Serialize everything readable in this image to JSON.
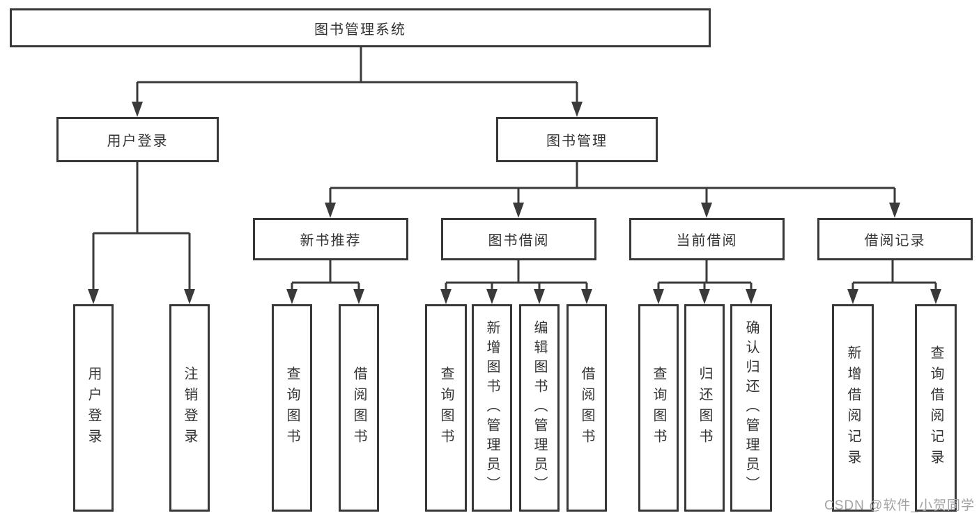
{
  "colors": {
    "line": "#3a3a3a",
    "box_border": "#383838",
    "text": "#333333",
    "watermark": "#a3a3a7",
    "background": "#ffffff"
  },
  "watermark": {
    "text": "CSDN @软件_小贺同学"
  },
  "tree": {
    "root": {
      "label": "图书管理系统"
    },
    "children": [
      {
        "label": "用户登录",
        "leaves": [
          {
            "label": "用户登录"
          },
          {
            "label": "注销登录"
          }
        ]
      },
      {
        "label": "图书管理",
        "children": [
          {
            "label": "新书推荐",
            "leaves": [
              {
                "label": "查询图书"
              },
              {
                "label": "借阅图书"
              }
            ]
          },
          {
            "label": "图书借阅",
            "leaves": [
              {
                "label": "查询图书"
              },
              {
                "label": "新增图书（管理员）"
              },
              {
                "label": "编辑图书（管理员）"
              },
              {
                "label": "借阅图书"
              }
            ]
          },
          {
            "label": "当前借阅",
            "leaves": [
              {
                "label": "查询图书"
              },
              {
                "label": "归还图书"
              },
              {
                "label": "确认归还（管理员）"
              }
            ]
          },
          {
            "label": "借阅记录",
            "leaves": [
              {
                "label": "新增借阅记录"
              },
              {
                "label": "查询借阅记录"
              }
            ]
          }
        ]
      }
    ]
  }
}
